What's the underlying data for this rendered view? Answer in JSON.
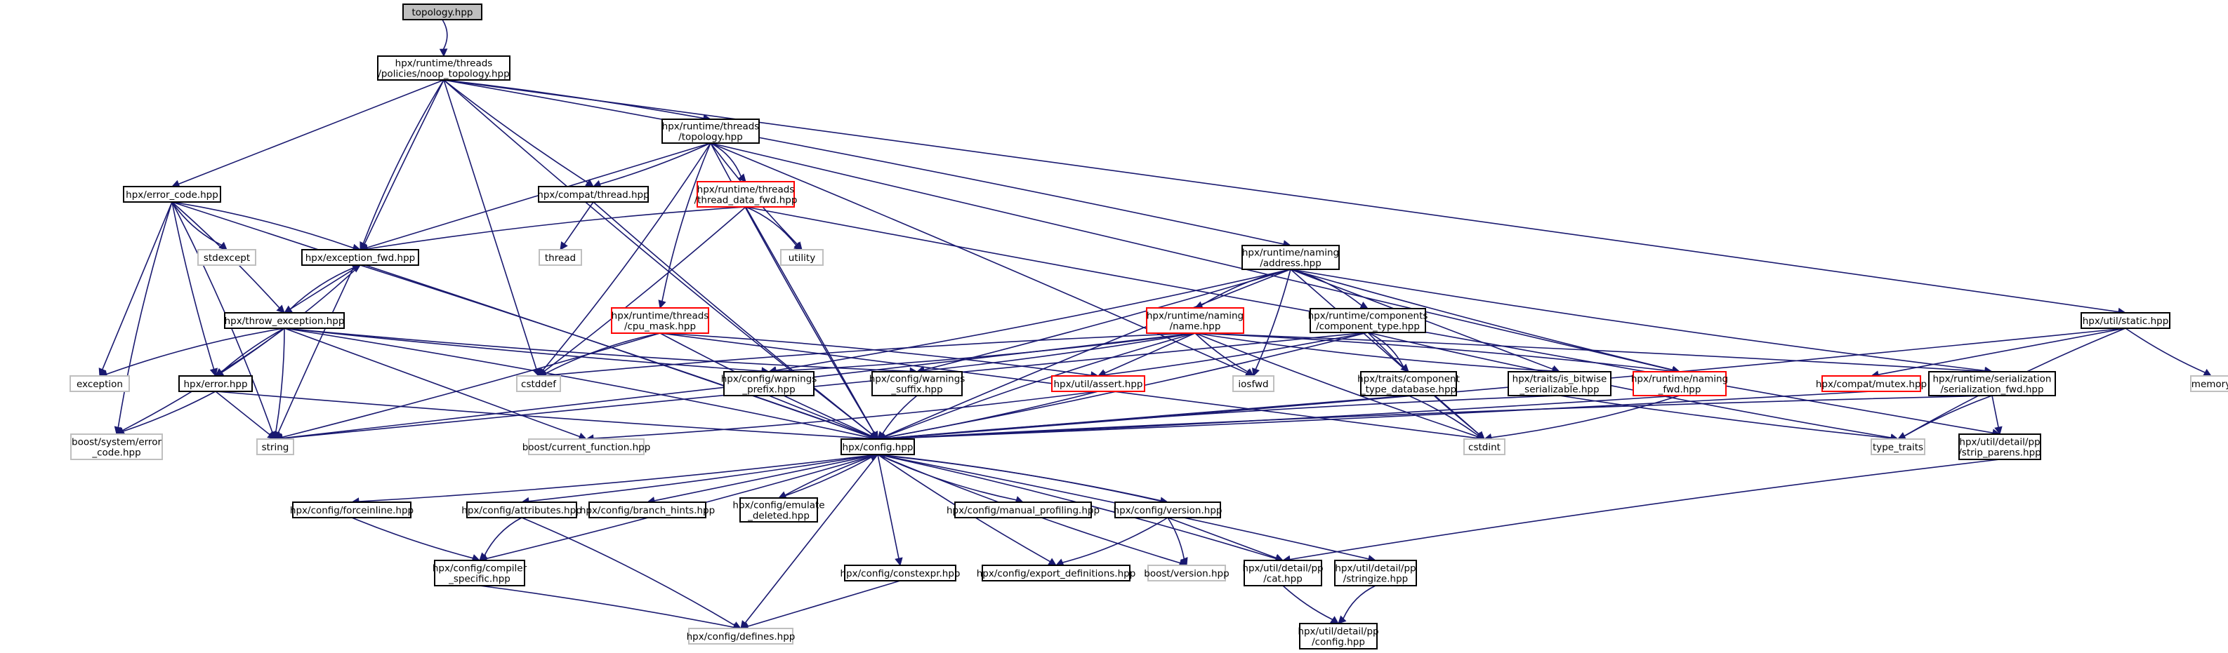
{
  "diagram": {
    "title": "topology.hpp",
    "colors": {
      "edge": "#191970",
      "root_fill": "#bfbfbf",
      "root_stroke": "#000000",
      "normal_stroke": "#000000",
      "truncated_stroke": "#ff0000",
      "external_stroke": "#bfbfbf",
      "text": "#000000"
    },
    "nodes": [
      {
        "id": "topology",
        "label": [
          "topology.hpp"
        ],
        "kind": "root"
      },
      {
        "id": "noop_topology",
        "label": [
          "hpx/runtime/threads",
          "/policies/noop_topology.hpp"
        ],
        "kind": "normal"
      },
      {
        "id": "threads_topology",
        "label": [
          "hpx/runtime/threads",
          "/topology.hpp"
        ],
        "kind": "normal"
      },
      {
        "id": "error_code",
        "label": [
          "hpx/error_code.hpp"
        ],
        "kind": "normal"
      },
      {
        "id": "compat_thread",
        "label": [
          "hpx/compat/thread.hpp"
        ],
        "kind": "normal"
      },
      {
        "id": "thread_data_fwd",
        "label": [
          "hpx/runtime/threads",
          "/thread_data_fwd.hpp"
        ],
        "kind": "truncated"
      },
      {
        "id": "stdexcept",
        "label": [
          "stdexcept"
        ],
        "kind": "external"
      },
      {
        "id": "exception_fwd",
        "label": [
          "hpx/exception_fwd.hpp"
        ],
        "kind": "normal"
      },
      {
        "id": "thread",
        "label": [
          "thread"
        ],
        "kind": "external"
      },
      {
        "id": "utility",
        "label": [
          "utility"
        ],
        "kind": "external"
      },
      {
        "id": "naming_address",
        "label": [
          "hpx/runtime/naming",
          "/address.hpp"
        ],
        "kind": "normal"
      },
      {
        "id": "util_static",
        "label": [
          "hpx/util/static.hpp"
        ],
        "kind": "normal"
      },
      {
        "id": "throw_exception",
        "label": [
          "hpx/throw_exception.hpp"
        ],
        "kind": "normal"
      },
      {
        "id": "cpu_mask",
        "label": [
          "hpx/runtime/threads",
          "/cpu_mask.hpp"
        ],
        "kind": "truncated"
      },
      {
        "id": "naming_name",
        "label": [
          "hpx/runtime/naming",
          "/name.hpp"
        ],
        "kind": "truncated"
      },
      {
        "id": "component_type",
        "label": [
          "hpx/runtime/components",
          "/component_type.hpp"
        ],
        "kind": "normal"
      },
      {
        "id": "exception",
        "label": [
          "exception"
        ],
        "kind": "external"
      },
      {
        "id": "hpx_error",
        "label": [
          "hpx/error.hpp"
        ],
        "kind": "normal"
      },
      {
        "id": "cstddef",
        "label": [
          "cstddef"
        ],
        "kind": "external"
      },
      {
        "id": "warnings_prefix",
        "label": [
          "hpx/config/warnings",
          "_prefix.hpp"
        ],
        "kind": "normal"
      },
      {
        "id": "warnings_suffix",
        "label": [
          "hpx/config/warnings",
          "_suffix.hpp"
        ],
        "kind": "normal"
      },
      {
        "id": "util_assert",
        "label": [
          "hpx/util/assert.hpp"
        ],
        "kind": "truncated"
      },
      {
        "id": "iosfwd",
        "label": [
          "iosfwd"
        ],
        "kind": "external"
      },
      {
        "id": "component_type_database",
        "label": [
          "hpx/traits/component",
          "_type_database.hpp"
        ],
        "kind": "normal"
      },
      {
        "id": "is_bitwise_serializable",
        "label": [
          "hpx/traits/is_bitwise",
          "_serializable.hpp"
        ],
        "kind": "normal"
      },
      {
        "id": "naming_fwd",
        "label": [
          "hpx/runtime/naming",
          "_fwd.hpp"
        ],
        "kind": "truncated"
      },
      {
        "id": "compat_mutex",
        "label": [
          "hpx/compat/mutex.hpp"
        ],
        "kind": "truncated"
      },
      {
        "id": "serialization_fwd",
        "label": [
          "hpx/runtime/serialization",
          "/serialization_fwd.hpp"
        ],
        "kind": "normal"
      },
      {
        "id": "memory",
        "label": [
          "memory"
        ],
        "kind": "external"
      },
      {
        "id": "boost_error_code",
        "label": [
          "boost/system/error",
          "_code.hpp"
        ],
        "kind": "external"
      },
      {
        "id": "string",
        "label": [
          "string"
        ],
        "kind": "external"
      },
      {
        "id": "boost_current_function",
        "label": [
          "boost/current_function.hpp"
        ],
        "kind": "external"
      },
      {
        "id": "config",
        "label": [
          "hpx/config.hpp"
        ],
        "kind": "normal"
      },
      {
        "id": "cstdint",
        "label": [
          "cstdint"
        ],
        "kind": "external"
      },
      {
        "id": "type_traits",
        "label": [
          "type_traits"
        ],
        "kind": "external"
      },
      {
        "id": "strip_parens",
        "label": [
          "hpx/util/detail/pp",
          "/strip_parens.hpp"
        ],
        "kind": "normal"
      },
      {
        "id": "forceinline",
        "label": [
          "hpx/config/forceinline.hpp"
        ],
        "kind": "normal"
      },
      {
        "id": "attributes",
        "label": [
          "hpx/config/attributes.hpp"
        ],
        "kind": "normal"
      },
      {
        "id": "branch_hints",
        "label": [
          "hpx/config/branch_hints.hpp"
        ],
        "kind": "normal"
      },
      {
        "id": "emulate_deleted",
        "label": [
          "hpx/config/emulate",
          "_deleted.hpp"
        ],
        "kind": "normal"
      },
      {
        "id": "manual_profiling",
        "label": [
          "hpx/config/manual_profiling.hpp"
        ],
        "kind": "normal"
      },
      {
        "id": "config_version",
        "label": [
          "hpx/config/version.hpp"
        ],
        "kind": "normal"
      },
      {
        "id": "compiler_specific",
        "label": [
          "hpx/config/compiler",
          "_specific.hpp"
        ],
        "kind": "normal"
      },
      {
        "id": "constexpr",
        "label": [
          "hpx/config/constexpr.hpp"
        ],
        "kind": "normal"
      },
      {
        "id": "export_definitions",
        "label": [
          "hpx/config/export_definitions.hpp"
        ],
        "kind": "normal"
      },
      {
        "id": "boost_version",
        "label": [
          "boost/version.hpp"
        ],
        "kind": "external"
      },
      {
        "id": "pp_cat",
        "label": [
          "hpx/util/detail/pp",
          "/cat.hpp"
        ],
        "kind": "normal"
      },
      {
        "id": "pp_stringize",
        "label": [
          "hpx/util/detail/pp",
          "/stringize.hpp"
        ],
        "kind": "normal"
      },
      {
        "id": "defines",
        "label": [
          "hpx/config/defines.hpp"
        ],
        "kind": "external"
      },
      {
        "id": "pp_config",
        "label": [
          "hpx/util/detail/pp",
          "/config.hpp"
        ],
        "kind": "normal"
      }
    ],
    "edges": [
      [
        "topology",
        "noop_topology"
      ],
      [
        "noop_topology",
        "threads_topology"
      ],
      [
        "noop_topology",
        "error_code"
      ],
      [
        "noop_topology",
        "compat_thread"
      ],
      [
        "noop_topology",
        "exception_fwd"
      ],
      [
        "noop_topology",
        "naming_address"
      ],
      [
        "noop_topology",
        "util_static"
      ],
      [
        "noop_topology",
        "cstddef"
      ],
      [
        "noop_topology",
        "string"
      ],
      [
        "noop_topology",
        "config"
      ],
      [
        "threads_topology",
        "thread_data_fwd"
      ],
      [
        "threads_topology",
        "compat_thread"
      ],
      [
        "threads_topology",
        "exception_fwd"
      ],
      [
        "threads_topology",
        "utility"
      ],
      [
        "threads_topology",
        "cpu_mask"
      ],
      [
        "threads_topology",
        "cstddef"
      ],
      [
        "threads_topology",
        "iosfwd"
      ],
      [
        "threads_topology",
        "naming_fwd"
      ],
      [
        "threads_topology",
        "config"
      ],
      [
        "error_code",
        "stdexcept"
      ],
      [
        "error_code",
        "exception_fwd"
      ],
      [
        "error_code",
        "throw_exception"
      ],
      [
        "error_code",
        "exception"
      ],
      [
        "error_code",
        "hpx_error"
      ],
      [
        "error_code",
        "boost_error_code"
      ],
      [
        "error_code",
        "string"
      ],
      [
        "error_code",
        "config"
      ],
      [
        "compat_thread",
        "thread"
      ],
      [
        "compat_thread",
        "config"
      ],
      [
        "thread_data_fwd",
        "exception_fwd"
      ],
      [
        "thread_data_fwd",
        "utility"
      ],
      [
        "thread_data_fwd",
        "cstddef"
      ],
      [
        "thread_data_fwd",
        "config"
      ],
      [
        "thread_data_fwd",
        "strip_parens"
      ],
      [
        "exception_fwd",
        "throw_exception"
      ],
      [
        "exception_fwd",
        "hpx_error"
      ],
      [
        "exception_fwd",
        "config"
      ],
      [
        "throw_exception",
        "exception_fwd"
      ],
      [
        "throw_exception",
        "hpx_error"
      ],
      [
        "throw_exception",
        "exception"
      ],
      [
        "throw_exception",
        "boost_error_code"
      ],
      [
        "throw_exception",
        "string"
      ],
      [
        "throw_exception",
        "boost_current_function"
      ],
      [
        "throw_exception",
        "warnings_prefix"
      ],
      [
        "throw_exception",
        "warnings_suffix"
      ],
      [
        "throw_exception",
        "config"
      ],
      [
        "hpx_error",
        "boost_error_code"
      ],
      [
        "hpx_error",
        "string"
      ],
      [
        "hpx_error",
        "config"
      ],
      [
        "naming_address",
        "naming_name"
      ],
      [
        "naming_address",
        "component_type"
      ],
      [
        "naming_address",
        "iosfwd"
      ],
      [
        "naming_address",
        "is_bitwise_serializable"
      ],
      [
        "naming_address",
        "naming_fwd"
      ],
      [
        "naming_address",
        "serialization_fwd"
      ],
      [
        "naming_address",
        "warnings_prefix"
      ],
      [
        "naming_address",
        "warnings_suffix"
      ],
      [
        "naming_address",
        "cstdint"
      ],
      [
        "naming_address",
        "config"
      ],
      [
        "cpu_mask",
        "cstddef"
      ],
      [
        "cpu_mask",
        "util_assert"
      ],
      [
        "cpu_mask",
        "string"
      ],
      [
        "cpu_mask",
        "cstdint"
      ],
      [
        "cpu_mask",
        "config"
      ],
      [
        "naming_name",
        "cstddef"
      ],
      [
        "naming_name",
        "warnings_prefix"
      ],
      [
        "naming_name",
        "warnings_suffix"
      ],
      [
        "naming_name",
        "util_assert"
      ],
      [
        "naming_name",
        "iosfwd"
      ],
      [
        "naming_name",
        "is_bitwise_serializable"
      ],
      [
        "naming_name",
        "naming_fwd"
      ],
      [
        "naming_name",
        "serialization_fwd"
      ],
      [
        "naming_name",
        "string"
      ],
      [
        "naming_name",
        "cstdint"
      ],
      [
        "naming_name",
        "config"
      ],
      [
        "component_type",
        "component_type_database"
      ],
      [
        "component_type",
        "util_assert"
      ],
      [
        "component_type",
        "string"
      ],
      [
        "component_type",
        "cstdint"
      ],
      [
        "component_type",
        "type_traits"
      ],
      [
        "component_type",
        "config"
      ],
      [
        "component_type_database",
        "cstdint"
      ],
      [
        "component_type_database",
        "config"
      ],
      [
        "is_bitwise_serializable",
        "type_traits"
      ],
      [
        "is_bitwise_serializable",
        "config"
      ],
      [
        "naming_fwd",
        "cstdint"
      ],
      [
        "naming_fwd",
        "config"
      ],
      [
        "util_static",
        "compat_mutex"
      ],
      [
        "util_static",
        "memory"
      ],
      [
        "util_static",
        "type_traits"
      ],
      [
        "util_static",
        "config"
      ],
      [
        "compat_mutex",
        "config"
      ],
      [
        "serialization_fwd",
        "strip_parens"
      ],
      [
        "serialization_fwd",
        "type_traits"
      ],
      [
        "serialization_fwd",
        "config"
      ],
      [
        "util_assert",
        "boost_current_function"
      ],
      [
        "util_assert",
        "config"
      ],
      [
        "warnings_prefix",
        "config"
      ],
      [
        "warnings_suffix",
        "config"
      ],
      [
        "strip_parens",
        "pp_cat"
      ],
      [
        "config",
        "forceinline"
      ],
      [
        "config",
        "attributes"
      ],
      [
        "config",
        "branch_hints"
      ],
      [
        "config",
        "emulate_deleted"
      ],
      [
        "config",
        "manual_profiling"
      ],
      [
        "config",
        "config_version"
      ],
      [
        "config",
        "compiler_specific"
      ],
      [
        "config",
        "constexpr"
      ],
      [
        "config",
        "export_definitions"
      ],
      [
        "config",
        "boost_version"
      ],
      [
        "config",
        "pp_cat"
      ],
      [
        "config",
        "pp_stringize"
      ],
      [
        "config",
        "defines"
      ],
      [
        "emulate_deleted",
        "config"
      ],
      [
        "config_version",
        "config"
      ],
      [
        "config_version",
        "export_definitions"
      ],
      [
        "config_version",
        "boost_version"
      ],
      [
        "config_version",
        "pp_cat"
      ],
      [
        "forceinline",
        "compiler_specific"
      ],
      [
        "attributes",
        "compiler_specific"
      ],
      [
        "attributes",
        "defines"
      ],
      [
        "compiler_specific",
        "defines"
      ],
      [
        "constexpr",
        "defines"
      ],
      [
        "pp_cat",
        "pp_config"
      ],
      [
        "pp_stringize",
        "pp_config"
      ]
    ]
  }
}
